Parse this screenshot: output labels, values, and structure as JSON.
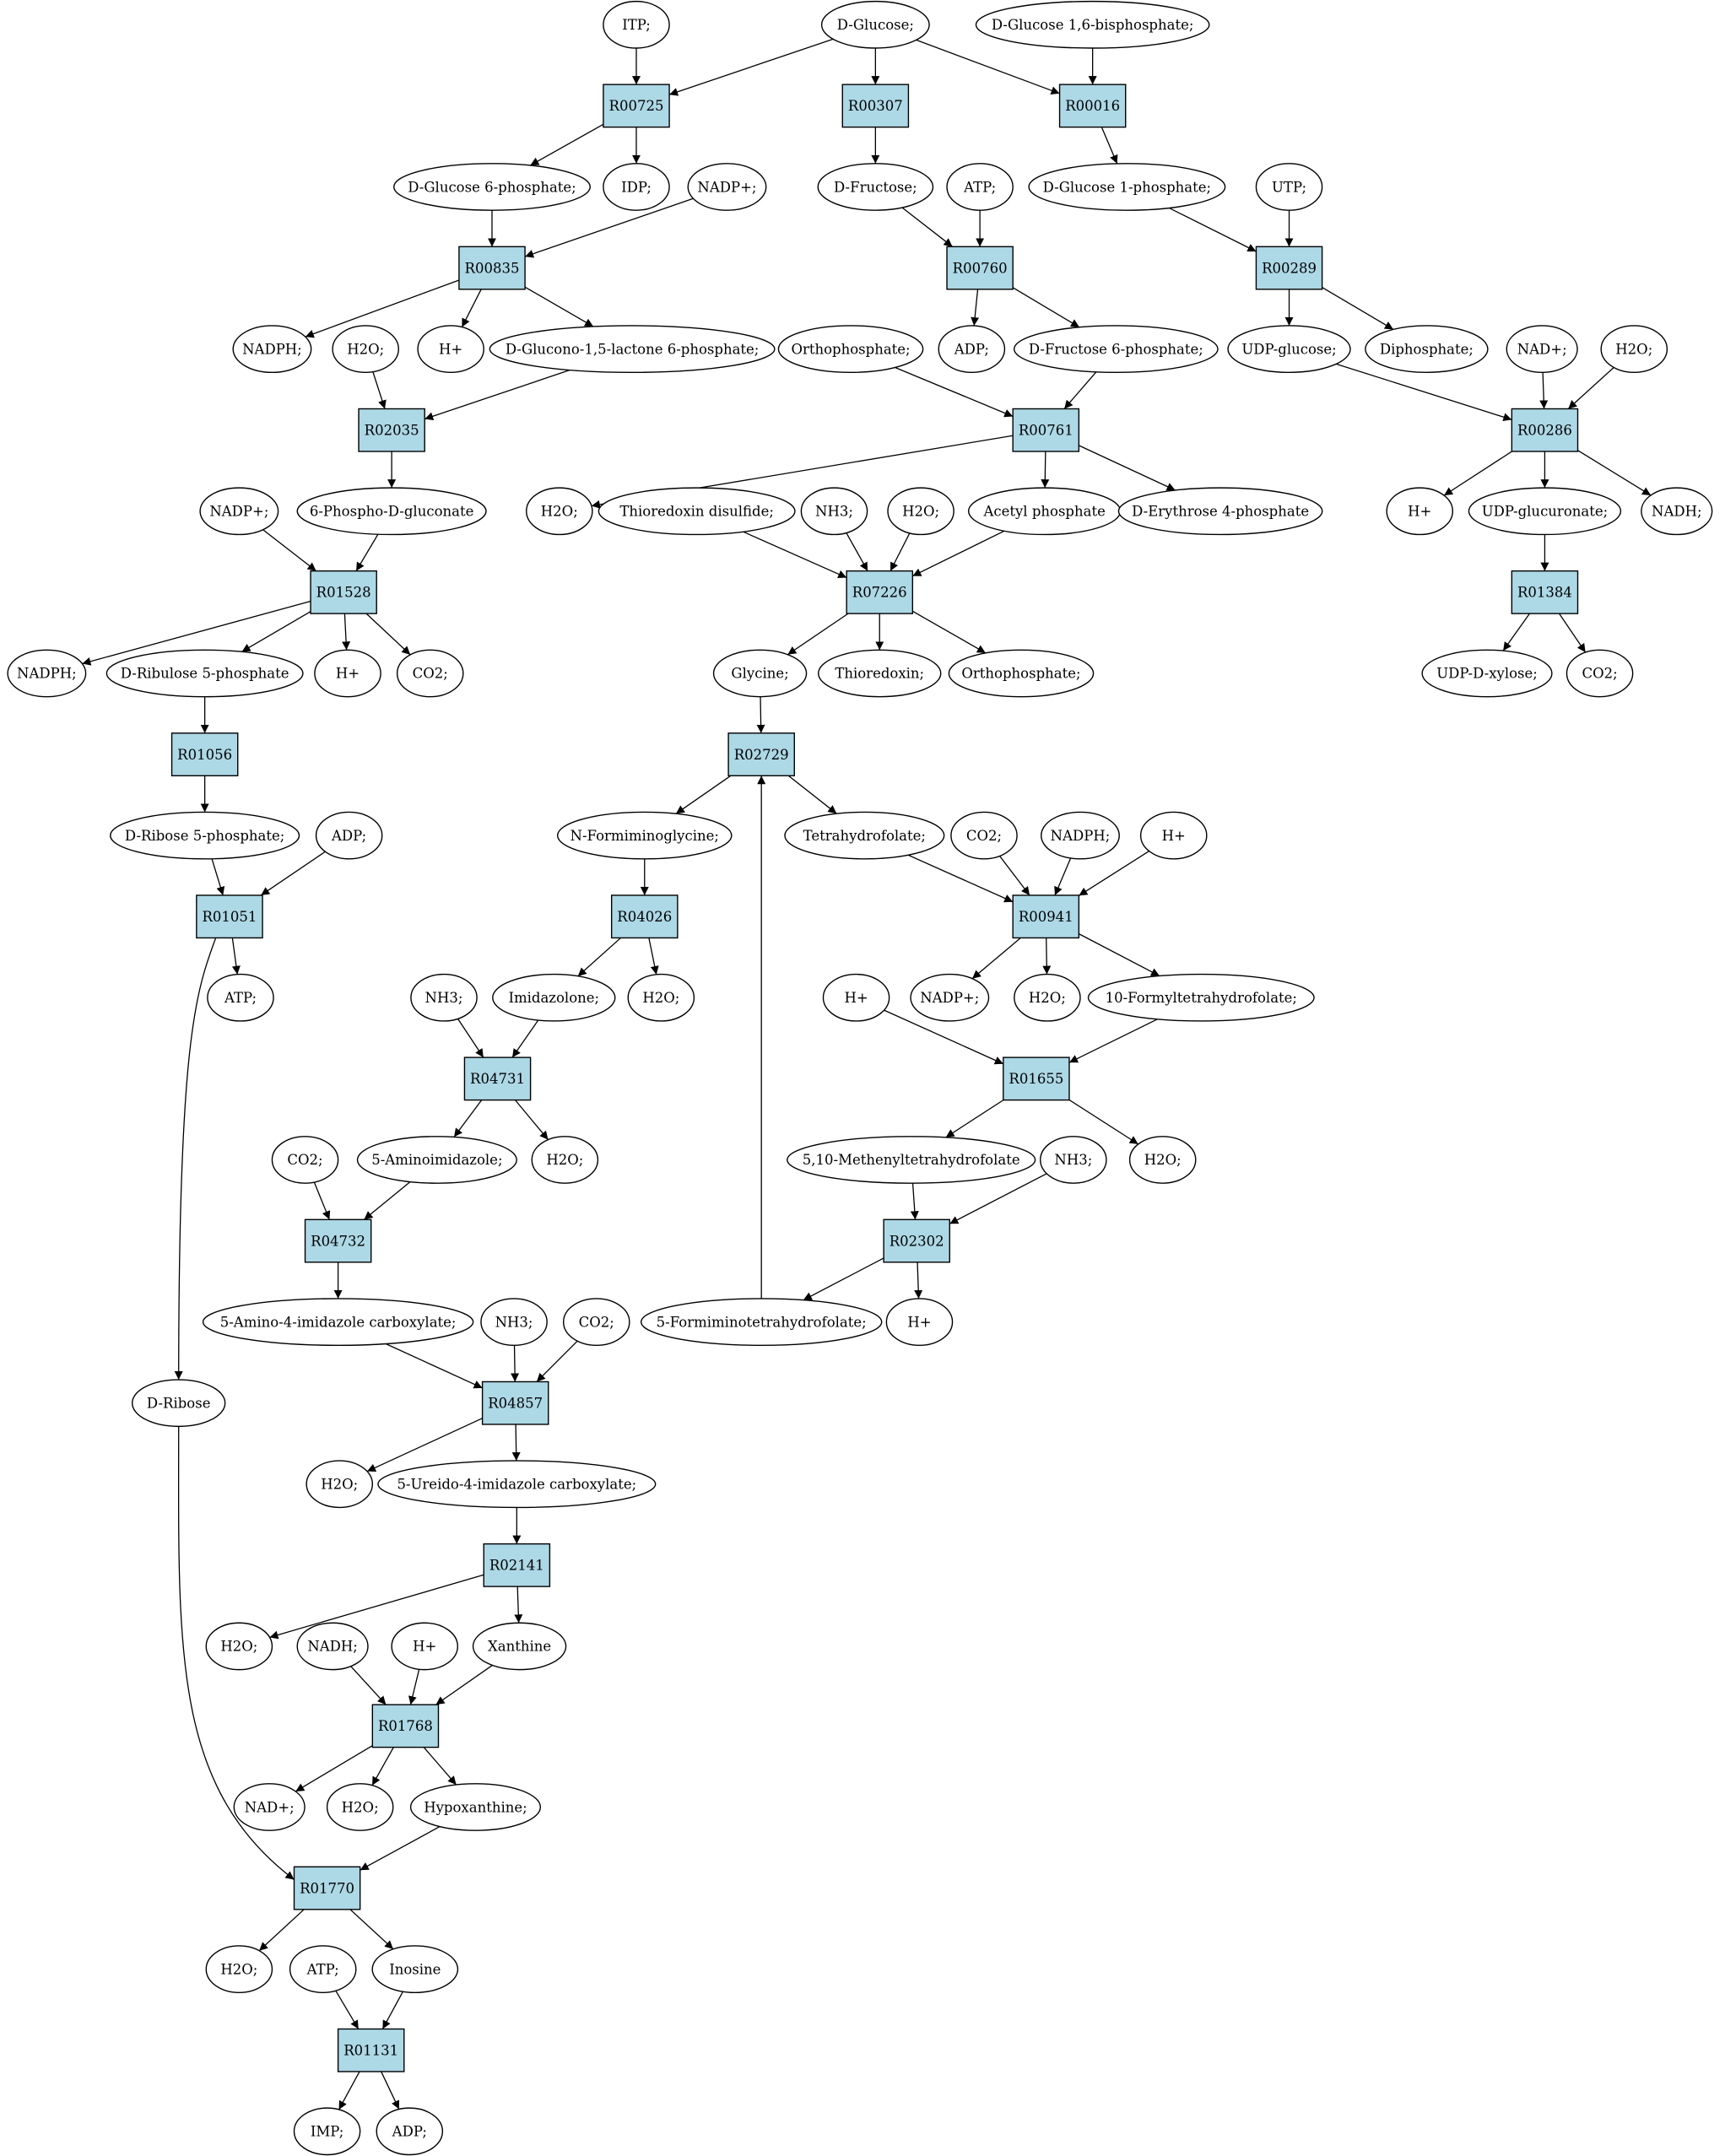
{
  "colors": {
    "reaction_fill": "#add8e6",
    "metabolite_fill": "#ffffff",
    "source_fill": "#00ff00",
    "target_fill": "#ffff00",
    "edge": "#000000"
  },
  "metabolites": [
    {
      "id": "m_itp",
      "label": "ITP;"
    },
    {
      "id": "m_glc",
      "label": "D-Glucose;",
      "highlight": "source"
    },
    {
      "id": "m_g16bp",
      "label": "D-Glucose 1,6-bisphosphate;"
    },
    {
      "id": "m_g6p",
      "label": "D-Glucose 6-phosphate;"
    },
    {
      "id": "m_idp",
      "label": "IDP;"
    },
    {
      "id": "m_nadp1",
      "label": "NADP+;"
    },
    {
      "id": "m_fru",
      "label": "D-Fructose;"
    },
    {
      "id": "m_atp1",
      "label": "ATP;"
    },
    {
      "id": "m_g1p",
      "label": "D-Glucose 1-phosphate;"
    },
    {
      "id": "m_utp",
      "label": "UTP;"
    },
    {
      "id": "m_nadph1",
      "label": "NADPH;"
    },
    {
      "id": "m_h2o1",
      "label": "H2O;"
    },
    {
      "id": "m_h1",
      "label": "H+"
    },
    {
      "id": "m_glac",
      "label": "D-Glucono-1,5-lactone 6-phosphate;"
    },
    {
      "id": "m_adp1",
      "label": "ADP;"
    },
    {
      "id": "m_pi1",
      "label": "Orthophosphate;"
    },
    {
      "id": "m_f6p",
      "label": "D-Fructose 6-phosphate;"
    },
    {
      "id": "m_udpg",
      "label": "UDP-glucose;"
    },
    {
      "id": "m_ppi",
      "label": "Diphosphate;"
    },
    {
      "id": "m_nad1",
      "label": "NAD+;"
    },
    {
      "id": "m_h2o2",
      "label": "H2O;"
    },
    {
      "id": "m_6pg",
      "label": "6-Phospho-D-gluconate"
    },
    {
      "id": "m_nadp2",
      "label": "NADP+;"
    },
    {
      "id": "m_h2o3",
      "label": "H2O;"
    },
    {
      "id": "m_trxss",
      "label": "Thioredoxin disulfide;"
    },
    {
      "id": "m_nh3_1",
      "label": "NH3;"
    },
    {
      "id": "m_h2o4",
      "label": "H2O;"
    },
    {
      "id": "m_acp",
      "label": "Acetyl phosphate"
    },
    {
      "id": "m_e4p",
      "label": "D-Erythrose 4-phosphate"
    },
    {
      "id": "m_h2",
      "label": "H+"
    },
    {
      "id": "m_udpgln",
      "label": "UDP-glucuronate;"
    },
    {
      "id": "m_nadh1",
      "label": "NADH;"
    },
    {
      "id": "m_nadph2",
      "label": "NADPH;"
    },
    {
      "id": "m_ru5p",
      "label": "D-Ribulose 5-phosphate"
    },
    {
      "id": "m_h3",
      "label": "H+"
    },
    {
      "id": "m_co2_1",
      "label": "CO2;"
    },
    {
      "id": "m_gly",
      "label": "Glycine;"
    },
    {
      "id": "m_trx",
      "label": "Thioredoxin;"
    },
    {
      "id": "m_pi2",
      "label": "Orthophosphate;"
    },
    {
      "id": "m_udpx",
      "label": "UDP-D-xylose;"
    },
    {
      "id": "m_co2_2",
      "label": "CO2;"
    },
    {
      "id": "m_r5p",
      "label": "D-Ribose 5-phosphate;"
    },
    {
      "id": "m_adp2",
      "label": "ADP;"
    },
    {
      "id": "m_nfgly",
      "label": "N-Formiminoglycine;"
    },
    {
      "id": "m_thf",
      "label": "Tetrahydrofolate;"
    },
    {
      "id": "m_co2_3",
      "label": "CO2;"
    },
    {
      "id": "m_nadph3",
      "label": "NADPH;"
    },
    {
      "id": "m_h4",
      "label": "H+"
    },
    {
      "id": "m_atp2",
      "label": "ATP;"
    },
    {
      "id": "m_nh3_2",
      "label": "NH3;"
    },
    {
      "id": "m_imdz",
      "label": "Imidazolone;"
    },
    {
      "id": "m_h2o5",
      "label": "H2O;"
    },
    {
      "id": "m_h5",
      "label": "H+"
    },
    {
      "id": "m_nadp3",
      "label": "NADP+;"
    },
    {
      "id": "m_h2o6",
      "label": "H2O;"
    },
    {
      "id": "m_10fthf",
      "label": "10-Formyltetrahydrofolate;"
    },
    {
      "id": "m_co2_4",
      "label": "CO2;"
    },
    {
      "id": "m_5ai",
      "label": "5-Aminoimidazole;"
    },
    {
      "id": "m_h2o7",
      "label": "H2O;"
    },
    {
      "id": "m_methf",
      "label": "5,10-Methenyltetrahydrofolate"
    },
    {
      "id": "m_nh3_3",
      "label": "NH3;"
    },
    {
      "id": "m_h2o8",
      "label": "H2O;"
    },
    {
      "id": "m_aica",
      "label": "5-Amino-4-imidazole carboxylate;"
    },
    {
      "id": "m_nh3_4",
      "label": "NH3;"
    },
    {
      "id": "m_co2_5",
      "label": "CO2;"
    },
    {
      "id": "m_5fthf",
      "label": "5-Formiminotetrahydrofolate;"
    },
    {
      "id": "m_h6",
      "label": "H+"
    },
    {
      "id": "m_drib",
      "label": "D-Ribose"
    },
    {
      "id": "m_h2o9",
      "label": "H2O;"
    },
    {
      "id": "m_uica",
      "label": "5-Ureido-4-imidazole carboxylate;"
    },
    {
      "id": "m_h2o10",
      "label": "H2O;"
    },
    {
      "id": "m_nadh2",
      "label": "NADH;"
    },
    {
      "id": "m_h7",
      "label": "H+"
    },
    {
      "id": "m_xan",
      "label": "Xanthine"
    },
    {
      "id": "m_nad2",
      "label": "NAD+;"
    },
    {
      "id": "m_h2o11",
      "label": "H2O;"
    },
    {
      "id": "m_hyp",
      "label": "Hypoxanthine;"
    },
    {
      "id": "m_h2o12",
      "label": "H2O;"
    },
    {
      "id": "m_atp3",
      "label": "ATP;"
    },
    {
      "id": "m_ino",
      "label": "Inosine"
    },
    {
      "id": "m_imp",
      "label": "IMP;",
      "highlight": "target"
    },
    {
      "id": "m_adp3",
      "label": "ADP;"
    }
  ],
  "reactions": [
    {
      "id": "R00725",
      "label": "R00725"
    },
    {
      "id": "R00307",
      "label": "R00307"
    },
    {
      "id": "R00016",
      "label": "R00016"
    },
    {
      "id": "R00835",
      "label": "R00835"
    },
    {
      "id": "R00760",
      "label": "R00760"
    },
    {
      "id": "R00289",
      "label": "R00289"
    },
    {
      "id": "R02035",
      "label": "R02035"
    },
    {
      "id": "R00761",
      "label": "R00761"
    },
    {
      "id": "R00286",
      "label": "R00286"
    },
    {
      "id": "R01528",
      "label": "R01528"
    },
    {
      "id": "R07226",
      "label": "R07226"
    },
    {
      "id": "R01384",
      "label": "R01384"
    },
    {
      "id": "R01056",
      "label": "R01056"
    },
    {
      "id": "R02729",
      "label": "R02729"
    },
    {
      "id": "R01051",
      "label": "R01051"
    },
    {
      "id": "R04026",
      "label": "R04026"
    },
    {
      "id": "R00941",
      "label": "R00941"
    },
    {
      "id": "R04731",
      "label": "R04731"
    },
    {
      "id": "R01655",
      "label": "R01655"
    },
    {
      "id": "R04732",
      "label": "R04732"
    },
    {
      "id": "R02302",
      "label": "R02302"
    },
    {
      "id": "R04857",
      "label": "R04857"
    },
    {
      "id": "R02141",
      "label": "R02141"
    },
    {
      "id": "R01768",
      "label": "R01768"
    },
    {
      "id": "R01770",
      "label": "R01770"
    },
    {
      "id": "R01131",
      "label": "R01131"
    }
  ],
  "edges": [
    [
      "m_itp",
      "R00725"
    ],
    [
      "m_glc",
      "R00725"
    ],
    [
      "R00725",
      "m_g6p"
    ],
    [
      "R00725",
      "m_idp"
    ],
    [
      "m_glc",
      "R00307"
    ],
    [
      "R00307",
      "m_fru"
    ],
    [
      "m_glc",
      "R00016"
    ],
    [
      "m_g16bp",
      "R00016"
    ],
    [
      "R00016",
      "m_g1p"
    ],
    [
      "m_g6p",
      "R00835"
    ],
    [
      "m_nadp1",
      "R00835"
    ],
    [
      "R00835",
      "m_nadph1"
    ],
    [
      "R00835",
      "m_h1"
    ],
    [
      "R00835",
      "m_glac"
    ],
    [
      "m_fru",
      "R00760"
    ],
    [
      "m_atp1",
      "R00760"
    ],
    [
      "R00760",
      "m_adp1"
    ],
    [
      "R00760",
      "m_f6p"
    ],
    [
      "m_g1p",
      "R00289"
    ],
    [
      "m_utp",
      "R00289"
    ],
    [
      "R00289",
      "m_udpg"
    ],
    [
      "R00289",
      "m_ppi"
    ],
    [
      "m_h2o1",
      "R02035"
    ],
    [
      "m_glac",
      "R02035"
    ],
    [
      "R02035",
      "m_6pg"
    ],
    [
      "m_pi1",
      "R00761"
    ],
    [
      "m_f6p",
      "R00761"
    ],
    [
      "R00761",
      "m_h2o3"
    ],
    [
      "R00761",
      "m_acp"
    ],
    [
      "R00761",
      "m_e4p"
    ],
    [
      "m_udpg",
      "R00286"
    ],
    [
      "m_nad1",
      "R00286"
    ],
    [
      "m_h2o2",
      "R00286"
    ],
    [
      "R00286",
      "m_h2"
    ],
    [
      "R00286",
      "m_udpgln"
    ],
    [
      "R00286",
      "m_nadh1"
    ],
    [
      "m_nadp2",
      "R01528"
    ],
    [
      "m_6pg",
      "R01528"
    ],
    [
      "R01528",
      "m_nadph2"
    ],
    [
      "R01528",
      "m_ru5p"
    ],
    [
      "R01528",
      "m_h3"
    ],
    [
      "R01528",
      "m_co2_1"
    ],
    [
      "m_trxss",
      "R07226"
    ],
    [
      "m_nh3_1",
      "R07226"
    ],
    [
      "m_h2o4",
      "R07226"
    ],
    [
      "m_acp",
      "R07226"
    ],
    [
      "R07226",
      "m_gly"
    ],
    [
      "R07226",
      "m_trx"
    ],
    [
      "R07226",
      "m_pi2"
    ],
    [
      "m_udpgln",
      "R01384"
    ],
    [
      "R01384",
      "m_udpx"
    ],
    [
      "R01384",
      "m_co2_2"
    ],
    [
      "m_ru5p",
      "R01056"
    ],
    [
      "R01056",
      "m_r5p"
    ],
    [
      "m_gly",
      "R02729"
    ],
    [
      "m_5fthf",
      "R02729"
    ],
    [
      "R02729",
      "m_nfgly"
    ],
    [
      "R02729",
      "m_thf"
    ],
    [
      "m_r5p",
      "R01051"
    ],
    [
      "m_adp2",
      "R01051"
    ],
    [
      "R01051",
      "m_atp2"
    ],
    [
      "R01051",
      "m_drib"
    ],
    [
      "m_nfgly",
      "R04026"
    ],
    [
      "R04026",
      "m_imdz"
    ],
    [
      "R04026",
      "m_h2o5"
    ],
    [
      "m_thf",
      "R00941"
    ],
    [
      "m_co2_3",
      "R00941"
    ],
    [
      "m_nadph3",
      "R00941"
    ],
    [
      "m_h4",
      "R00941"
    ],
    [
      "R00941",
      "m_nadp3"
    ],
    [
      "R00941",
      "m_h2o6"
    ],
    [
      "R00941",
      "m_10fthf"
    ],
    [
      "m_nh3_2",
      "R04731"
    ],
    [
      "m_imdz",
      "R04731"
    ],
    [
      "R04731",
      "m_5ai"
    ],
    [
      "R04731",
      "m_h2o7"
    ],
    [
      "m_h5",
      "R01655"
    ],
    [
      "m_10fthf",
      "R01655"
    ],
    [
      "R01655",
      "m_methf"
    ],
    [
      "R01655",
      "m_h2o8"
    ],
    [
      "m_co2_4",
      "R04732"
    ],
    [
      "m_5ai",
      "R04732"
    ],
    [
      "R04732",
      "m_aica"
    ],
    [
      "m_methf",
      "R02302"
    ],
    [
      "m_nh3_3",
      "R02302"
    ],
    [
      "R02302",
      "m_5fthf"
    ],
    [
      "R02302",
      "m_h6"
    ],
    [
      "m_aica",
      "R04857"
    ],
    [
      "m_nh3_4",
      "R04857"
    ],
    [
      "m_co2_5",
      "R04857"
    ],
    [
      "R04857",
      "m_h2o9"
    ],
    [
      "R04857",
      "m_uica"
    ],
    [
      "m_uica",
      "R02141"
    ],
    [
      "R02141",
      "m_h2o10"
    ],
    [
      "R02141",
      "m_xan"
    ],
    [
      "m_nadh2",
      "R01768"
    ],
    [
      "m_h7",
      "R01768"
    ],
    [
      "m_xan",
      "R01768"
    ],
    [
      "R01768",
      "m_nad2"
    ],
    [
      "R01768",
      "m_h2o11"
    ],
    [
      "R01768",
      "m_hyp"
    ],
    [
      "m_drib",
      "R01770"
    ],
    [
      "m_hyp",
      "R01770"
    ],
    [
      "R01770",
      "m_h2o12"
    ],
    [
      "R01770",
      "m_ino"
    ],
    [
      "m_atp3",
      "R01131"
    ],
    [
      "m_ino",
      "R01131"
    ],
    [
      "R01131",
      "m_imp"
    ],
    [
      "R01131",
      "m_adp3"
    ]
  ]
}
